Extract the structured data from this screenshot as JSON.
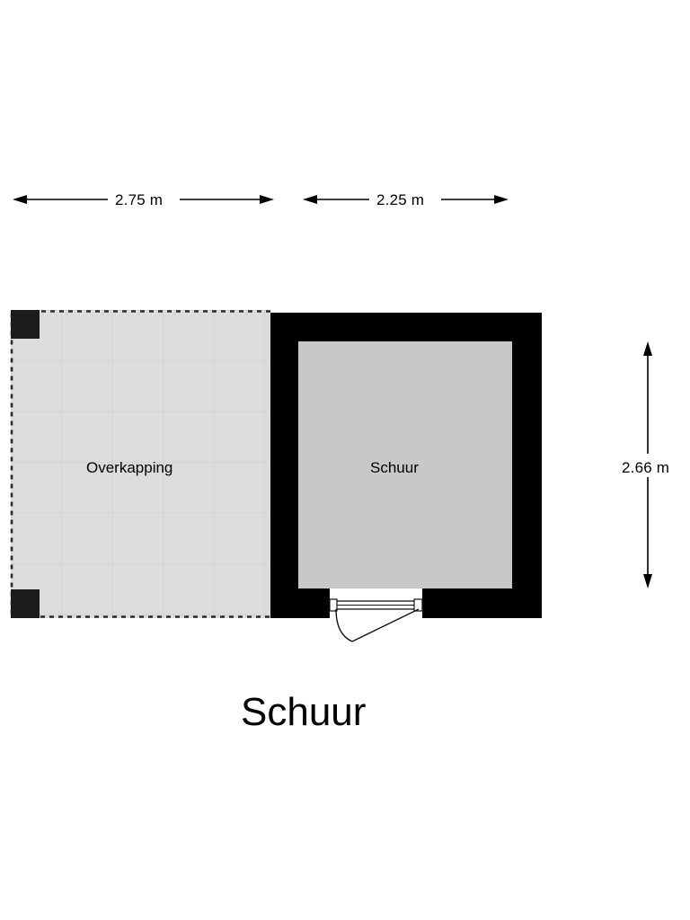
{
  "plan": {
    "title": "Schuur",
    "colors": {
      "background": "#ffffff",
      "wall": "#000000",
      "overkapping_fill": "#dcdcdc",
      "overkapping_grid": "#d0d0d0",
      "schuur_fill": "#c8c8c8",
      "post": "#1c1c1c",
      "door_leaf": "#ffffff",
      "dimension_line": "#000000",
      "text": "#000000"
    }
  },
  "dimensions": {
    "top_left": {
      "value": "2.75 m",
      "orientation": "horizontal",
      "measures": "Overkapping width"
    },
    "top_right": {
      "value": "2.25 m",
      "orientation": "horizontal",
      "measures": "Schuur width"
    },
    "right": {
      "value": "2.66 m",
      "orientation": "vertical",
      "measures": "depth"
    }
  },
  "rooms": [
    {
      "id": "overkapping",
      "label": "Overkapping",
      "fill": "#dcdcdc",
      "border": "dashed",
      "has_tile_grid": true,
      "posts": 2
    },
    {
      "id": "schuur",
      "label": "Schuur",
      "fill": "#c8c8c8",
      "border": "solid-wall",
      "has_tile_grid": false,
      "posts": 0
    }
  ],
  "openings": [
    {
      "id": "entry-door",
      "type": "single-swing-door",
      "wall": "bottom",
      "swing": "outward-left-hinge"
    }
  ]
}
